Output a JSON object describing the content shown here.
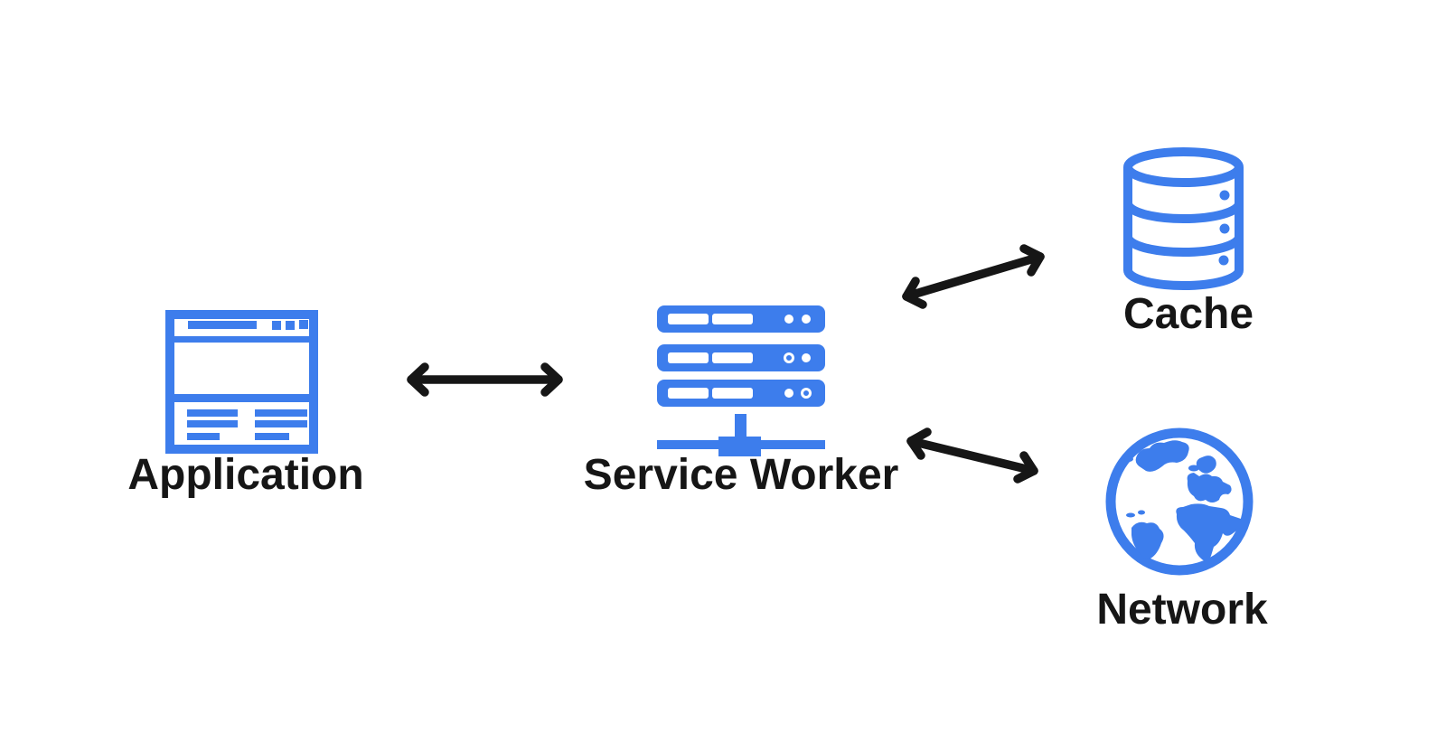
{
  "colors": {
    "accent": "#3d7dec",
    "ink": "#161616",
    "bg": "#ffffff"
  },
  "diagram": {
    "type": "architecture-flow",
    "nodes": [
      {
        "id": "application",
        "label": "Application",
        "icon": "browser-window-icon"
      },
      {
        "id": "service-worker",
        "label": "Service Worker",
        "icon": "server-rack-icon"
      },
      {
        "id": "cache",
        "label": "Cache",
        "icon": "database-icon"
      },
      {
        "id": "network",
        "label": "Network",
        "icon": "globe-icon"
      }
    ],
    "edges": [
      {
        "from": "application",
        "to": "service-worker",
        "direction": "bidirectional"
      },
      {
        "from": "service-worker",
        "to": "cache",
        "direction": "bidirectional"
      },
      {
        "from": "service-worker",
        "to": "network",
        "direction": "bidirectional"
      }
    ]
  }
}
